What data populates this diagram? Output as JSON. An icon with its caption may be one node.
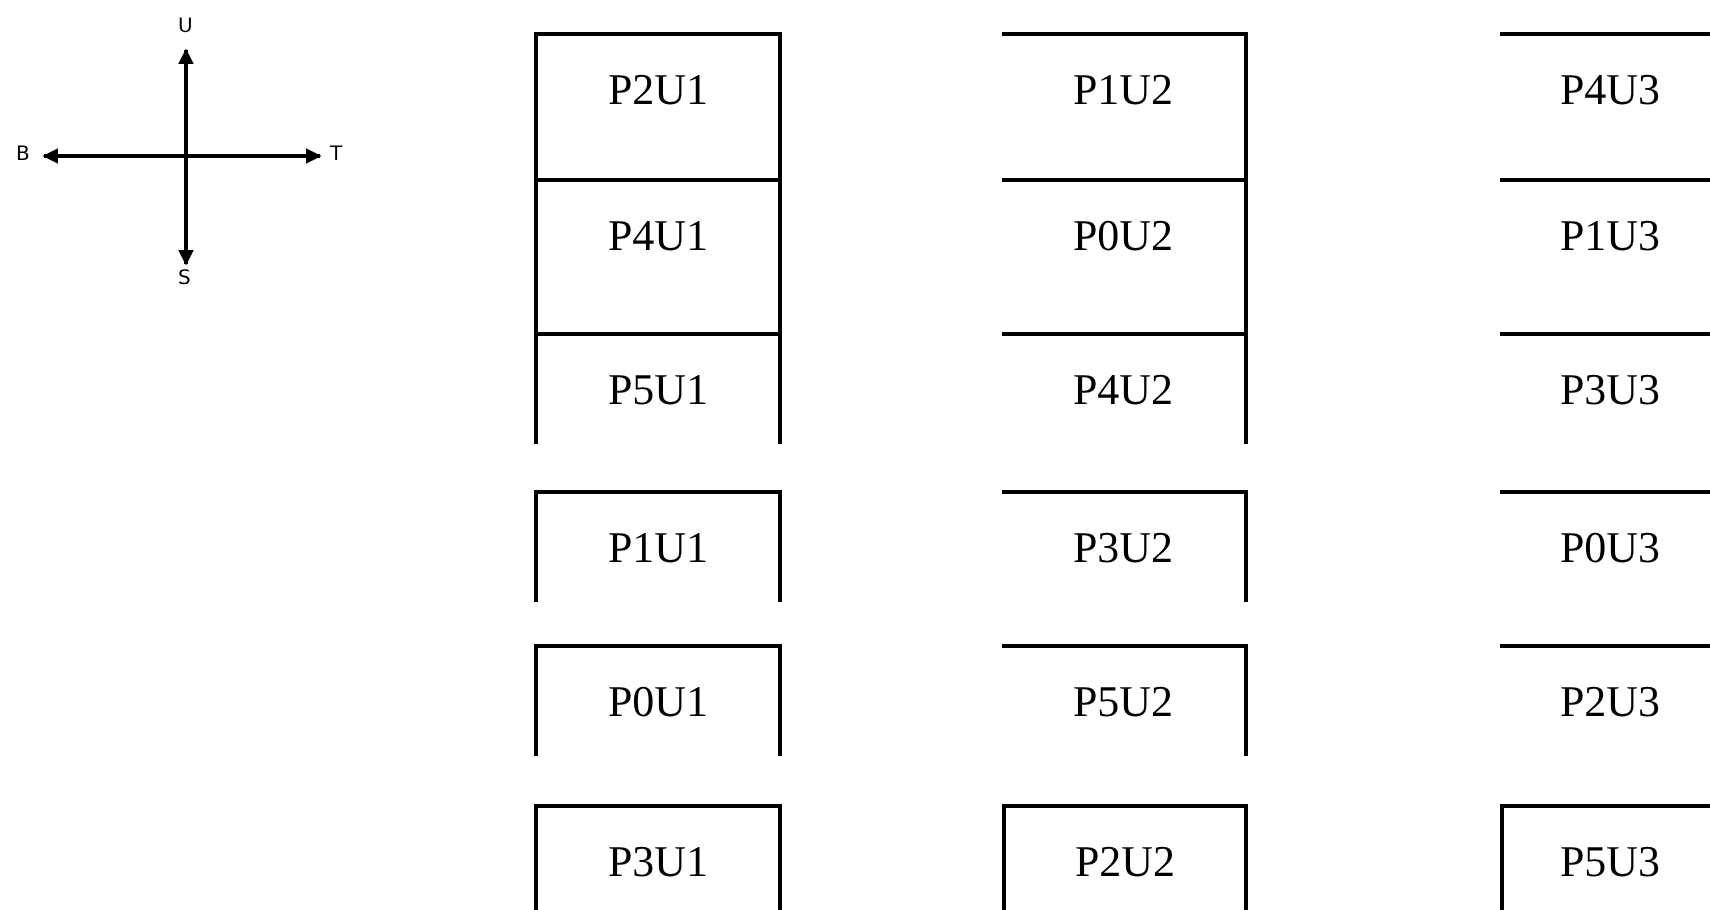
{
  "diagram": {
    "nodes": [
      {
        "text": [
          "P2U1"
        ]
      },
      {
        "text": [
          "P1U2"
        ]
      },
      {
        "text": [
          "P4U3"
        ]
      },
      {
        "text": [
          "P4U1"
        ]
      },
      {
        "text": [
          "P0U2"
        ]
      },
      {
        "text": [
          "P1U3"
        ]
      },
      {
        "text": [
          "P5U1"
        ]
      },
      {
        "text": [
          "P4U2"
        ]
      },
      {
        "text": [
          "P3U3"
        ]
      },
      {
        "text": [
          "P1U1"
        ]
      },
      {
        "text": [
          "P3U2"
        ]
      },
      {
        "text": [
          "P0U3"
        ]
      },
      {
        "text": [
          "P0U1"
        ]
      },
      {
        "text": [
          "P5U2"
        ]
      },
      {
        "text": [
          "P2U3"
        ]
      },
      {
        "text": [
          "P3U1"
        ]
      },
      {
        "text": [
          "P2U2"
        ]
      },
      {
        "text": [
          "P5U3"
        ]
      }
    ],
    "labels": [
      "U",
      "B",
      "T",
      "S"
    ]
  }
}
